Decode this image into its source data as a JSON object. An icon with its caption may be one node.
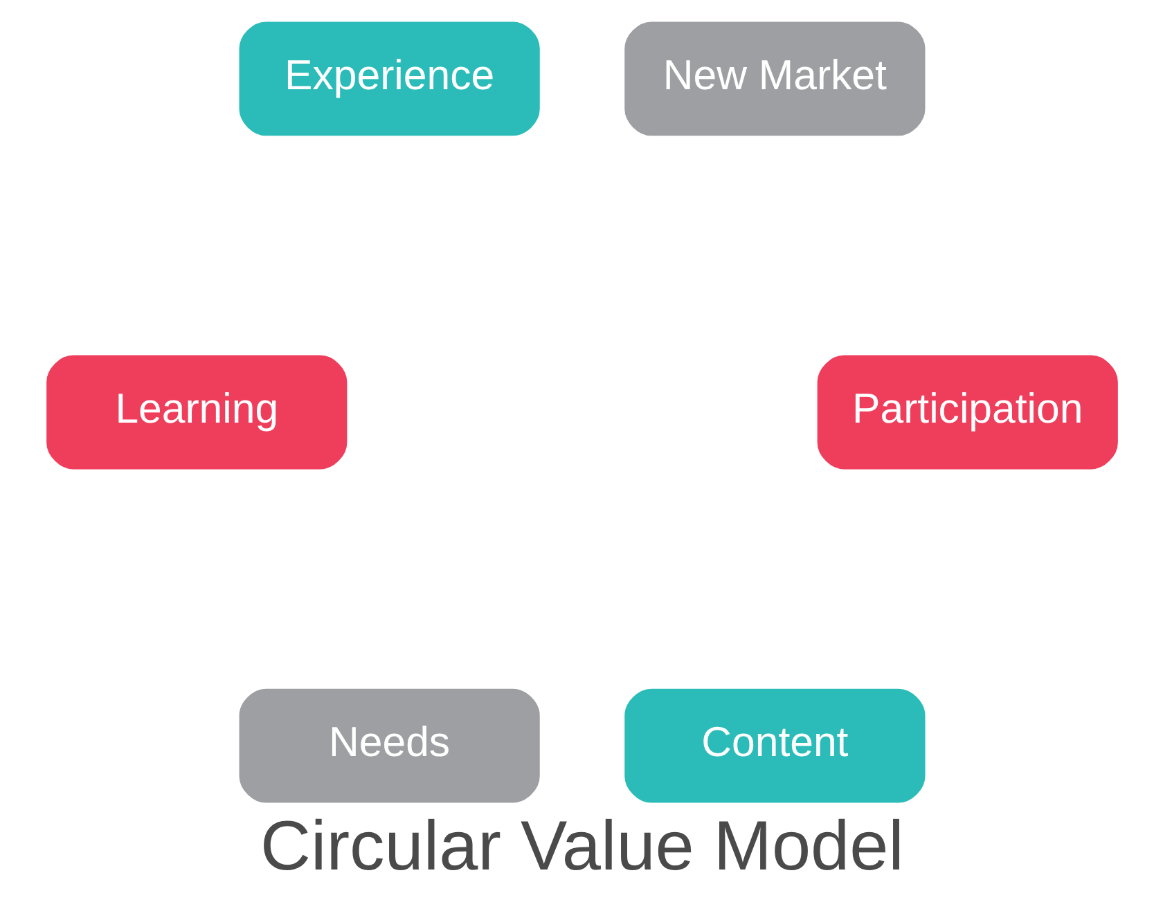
{
  "diagram": {
    "title": "Circular Value Model",
    "nodes": [
      {
        "text": [
          "Content"
        ]
      },
      {
        "text": [
          "Needs"
        ]
      },
      {
        "text": [
          "Learning"
        ]
      },
      {
        "text": [
          "Experience"
        ]
      },
      {
        "text": [
          "New Market"
        ]
      },
      {
        "text": [
          "Participation"
        ]
      }
    ]
  }
}
